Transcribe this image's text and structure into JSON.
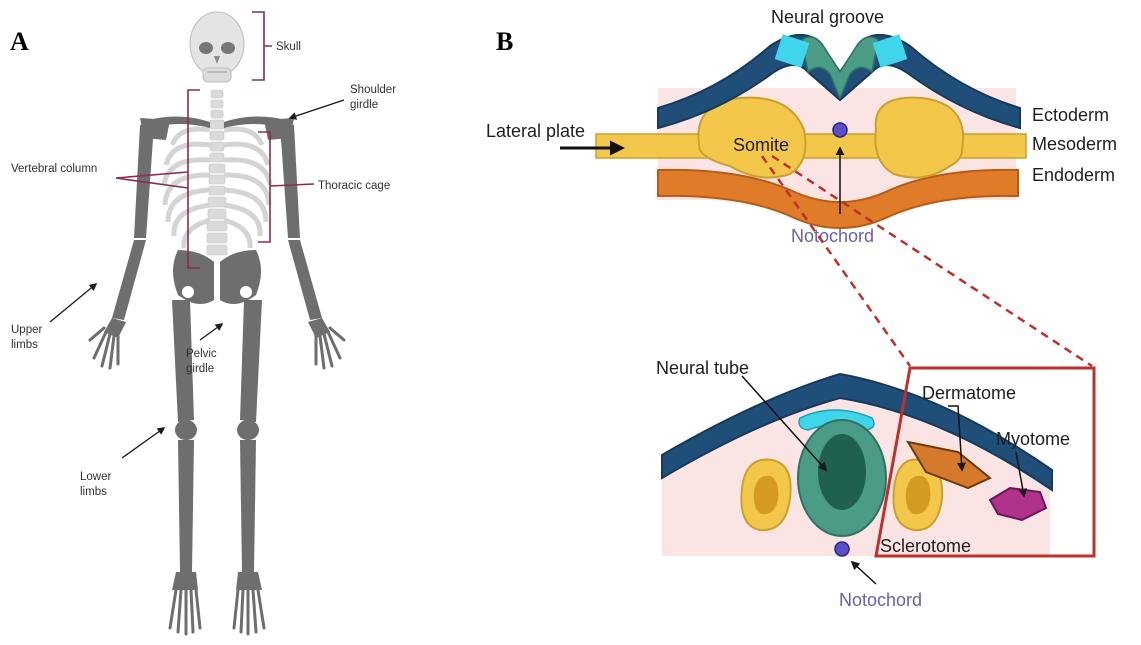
{
  "panel_a": {
    "letter": "A",
    "labels": {
      "skull": "Skull",
      "shoulder_1": "Shoulder",
      "shoulder_2": "girdle",
      "vertebral": "Vertebral column",
      "thoracic": "Thoracic cage",
      "upper_1": "Upper",
      "upper_2": "limbs",
      "pelvic_1": "Pelvic",
      "pelvic_2": "girdle",
      "lower_1": "Lower",
      "lower_2": "limbs"
    }
  },
  "panel_b": {
    "letter": "B",
    "labels": {
      "neural_groove": "Neural groove",
      "ectoderm": "Ectoderm",
      "mesoderm": "Mesoderm",
      "endoderm": "Endoderm",
      "lateral_plate": "Lateral plate",
      "somite": "Somite",
      "notochord_top": "Notochord",
      "neural_tube": "Neural tube",
      "dermatome": "Dermatome",
      "myotome": "Myotome",
      "sclerotome": "Sclerotome",
      "notochord_bottom": "Notochord"
    }
  },
  "colors": {
    "bone": "#6e6e6e",
    "bracket": "#8a2b55",
    "ectoderm": "#1f4e79",
    "neural_plate": "#3fb8c9",
    "mesoderm": "#f3c84a",
    "endoderm": "#e07b2a",
    "background_tissue": "#fbe4e4",
    "notochord": "#5b4fc9",
    "neural_tube": "#3f9c8a",
    "dermatome": "#d5792a",
    "myotome": "#b0328a",
    "zoom_box": "#c0302b"
  }
}
